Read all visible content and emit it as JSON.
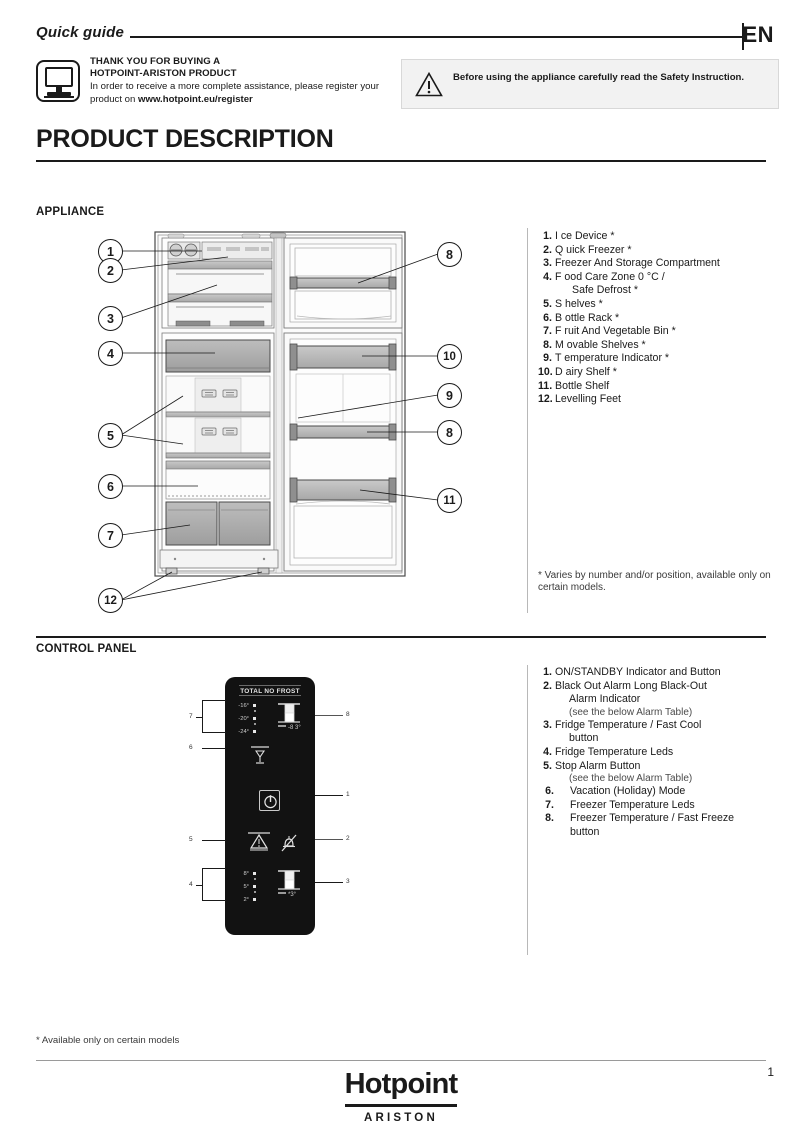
{
  "header": {
    "quick_guide": "Quick guide",
    "language": "EN",
    "thanks_line1": "THANK YOU FOR BUYING A",
    "thanks_line2": "HOTPOINT-ARISTON PRODUCT",
    "register_text": "In order to receive a more complete assistance, please register your product on ",
    "register_url": "www.hotpoint.eu/register",
    "monitor_icon": "monitor-icon",
    "safety_warning": "Before using the appliance carefully read the Safety Instruction.",
    "warning_icon": "warning-triangle-icon"
  },
  "titles": {
    "product_description": "PRODUCT DESCRIPTION",
    "appliance": "APPLIANCE",
    "control_panel": "CONTROL PANEL"
  },
  "appliance_parts": [
    {
      "num": "1.",
      "label": "I    ce Device *"
    },
    {
      "num": "2.",
      "label": "Q    uick Freezer *"
    },
    {
      "num": "3.",
      "label": "Freezer And Storage Compartment"
    },
    {
      "num": "4.",
      "label": "F    ood Care Zone 0 °C /",
      "cont": "Safe Defrost *"
    },
    {
      "num": "5.",
      "label": "S    helves *"
    },
    {
      "num": "6.",
      "label": "B    ottle Rack *"
    },
    {
      "num": "7.",
      "label": "F    ruit And Vegetable Bin *"
    },
    {
      "num": "8.",
      "label": "M    ovable Shelves *"
    },
    {
      "num": "9.",
      "label": "T    emperature Indicator *"
    },
    {
      "num": "10.",
      "label": "D  airy Shelf *"
    },
    {
      "num": "11.",
      "label": "Bottle Shelf"
    },
    {
      "num": "12.",
      "label": "Levelling Feet"
    }
  ],
  "varies_note": "* Varies by number and/or position, available only on certain models.",
  "control_panel_items": [
    {
      "num": "1.",
      "label": "ON/STANDBY Indicator and Button"
    },
    {
      "num": "2.",
      "label": "Black Out Alarm Long Black-Out",
      "cont": "Alarm Indicator",
      "note": "(see the below Alarm Table)"
    },
    {
      "num": "3.",
      "label": "Fridge Temperature / Fast Cool",
      "cont": "button"
    },
    {
      "num": "4.",
      "label": "Fridge Temperature Leds"
    },
    {
      "num": "5.",
      "label": "Stop Alarm Button",
      "note": "(see the below Alarm Table)"
    },
    {
      "num": "6.",
      "label": "Vacation (Holiday) Mode",
      "indent": true
    },
    {
      "num": "7.",
      "label": "Freezer Temperature Leds",
      "indent": true
    },
    {
      "num": "8.",
      "label": "Freezer Temperature / Fast Freeze",
      "cont": "button",
      "indent": true
    }
  ],
  "appliance_callouts": {
    "left": [
      "1",
      "2",
      "3",
      "4",
      "5",
      "6",
      "7",
      "12"
    ],
    "right": [
      "8",
      "10",
      "9",
      "8",
      "11"
    ]
  },
  "control_panel_display": {
    "brand_strip": "TOTAL NO FROST",
    "freezer_temps": [
      "-16°",
      "-20°",
      "-24°"
    ],
    "fridge_temps": [
      "8°",
      "5°",
      "2°"
    ],
    "freezer_badge": "-8 3°",
    "fridge_badge": "*3°",
    "callouts_left": [
      "7",
      "6",
      "5",
      "4"
    ],
    "callouts_right": [
      "8",
      "1",
      "2",
      "3"
    ]
  },
  "footer": {
    "available_note": "* Available only on certain models",
    "logo_main": "Hotpoint",
    "logo_sub": "ARISTON",
    "page_number": "1"
  },
  "colors": {
    "ink": "#1a1a1a",
    "panel_black": "#121212",
    "safety_bg": "#f2f2f2",
    "rule": "#9a9a9a"
  }
}
